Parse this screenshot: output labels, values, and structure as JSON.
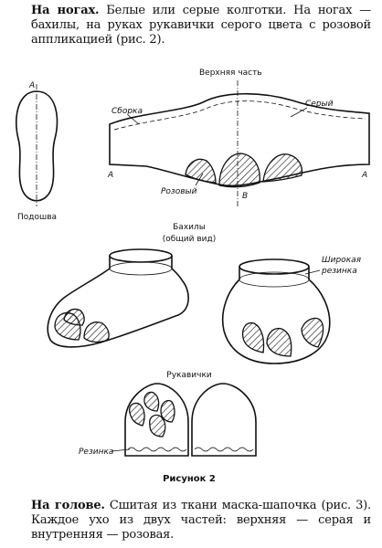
{
  "text": {
    "para1_bold": "На ногах.",
    "para1_text": " Белые или серые колготки. На ногах — бахилы, на руках рукавички серого цвета с розовой аппликацией (рис. 2).",
    "para2_bold": "На голове.",
    "para2_text": " Сшитая из ткани маска-шапочка (рис. 3). Каждое ухо из двух частей: верхняя — серая и внутренняя — розовая."
  },
  "figure": {
    "label_a": "А",
    "label_v": "В",
    "upper_part": "Верхняя часть",
    "gather": "Сборка",
    "gray": "Серый",
    "pink": "Розовый",
    "sole": "Подошва",
    "bahily_title": "Бахилы",
    "bahily_subtitle": "(общий вид)",
    "wide_elastic_1": "Широкая",
    "wide_elastic_2": "резинка",
    "mittens": "Рукавички",
    "elastic": "Резинка",
    "caption": "Рисунок 2"
  }
}
